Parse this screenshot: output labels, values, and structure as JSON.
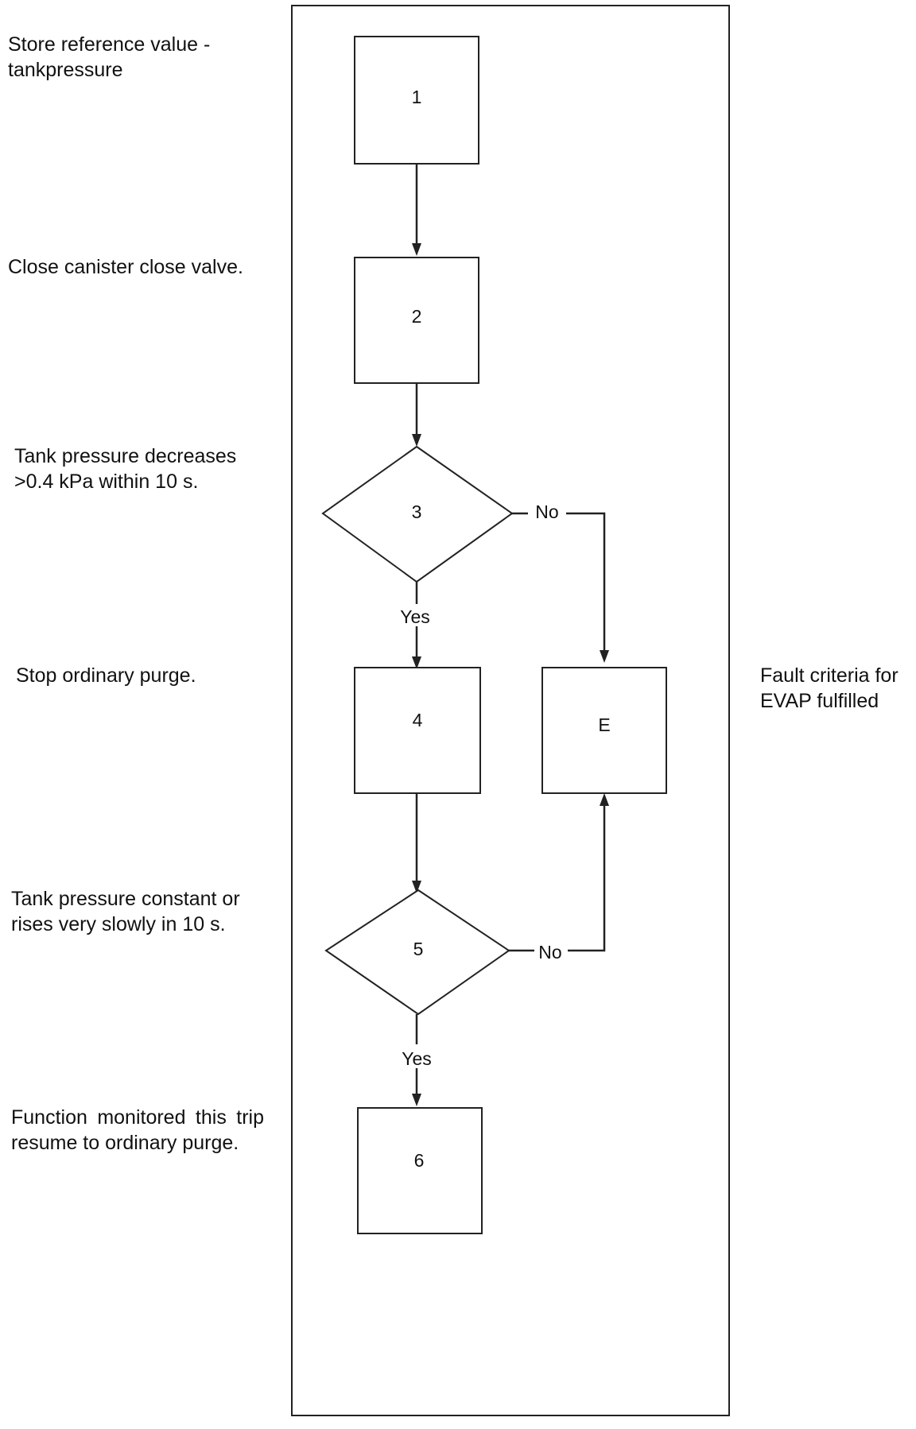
{
  "descriptions": {
    "d1": "Store reference value -tankpressure",
    "d2": "Close canister close valve.",
    "d3": "Tank pressure decreases >0.4 kPa within 10 s.",
    "d4": "Stop ordinary purge.",
    "d5": "Tank pressure constant or rises very slowly in 10 s.",
    "d6": "Function monitored this trip resume to ordinary purge.",
    "fault": "Fault criteria for EVAP fulfilled"
  },
  "nodes": {
    "n1": "1",
    "n2": "2",
    "n3": "3",
    "n4": "4",
    "nE": "E",
    "n5": "5",
    "n6": "6"
  },
  "edges": {
    "n3_no": "No",
    "n3_yes": "Yes",
    "n5_no": "No",
    "n5_yes": "Yes"
  }
}
